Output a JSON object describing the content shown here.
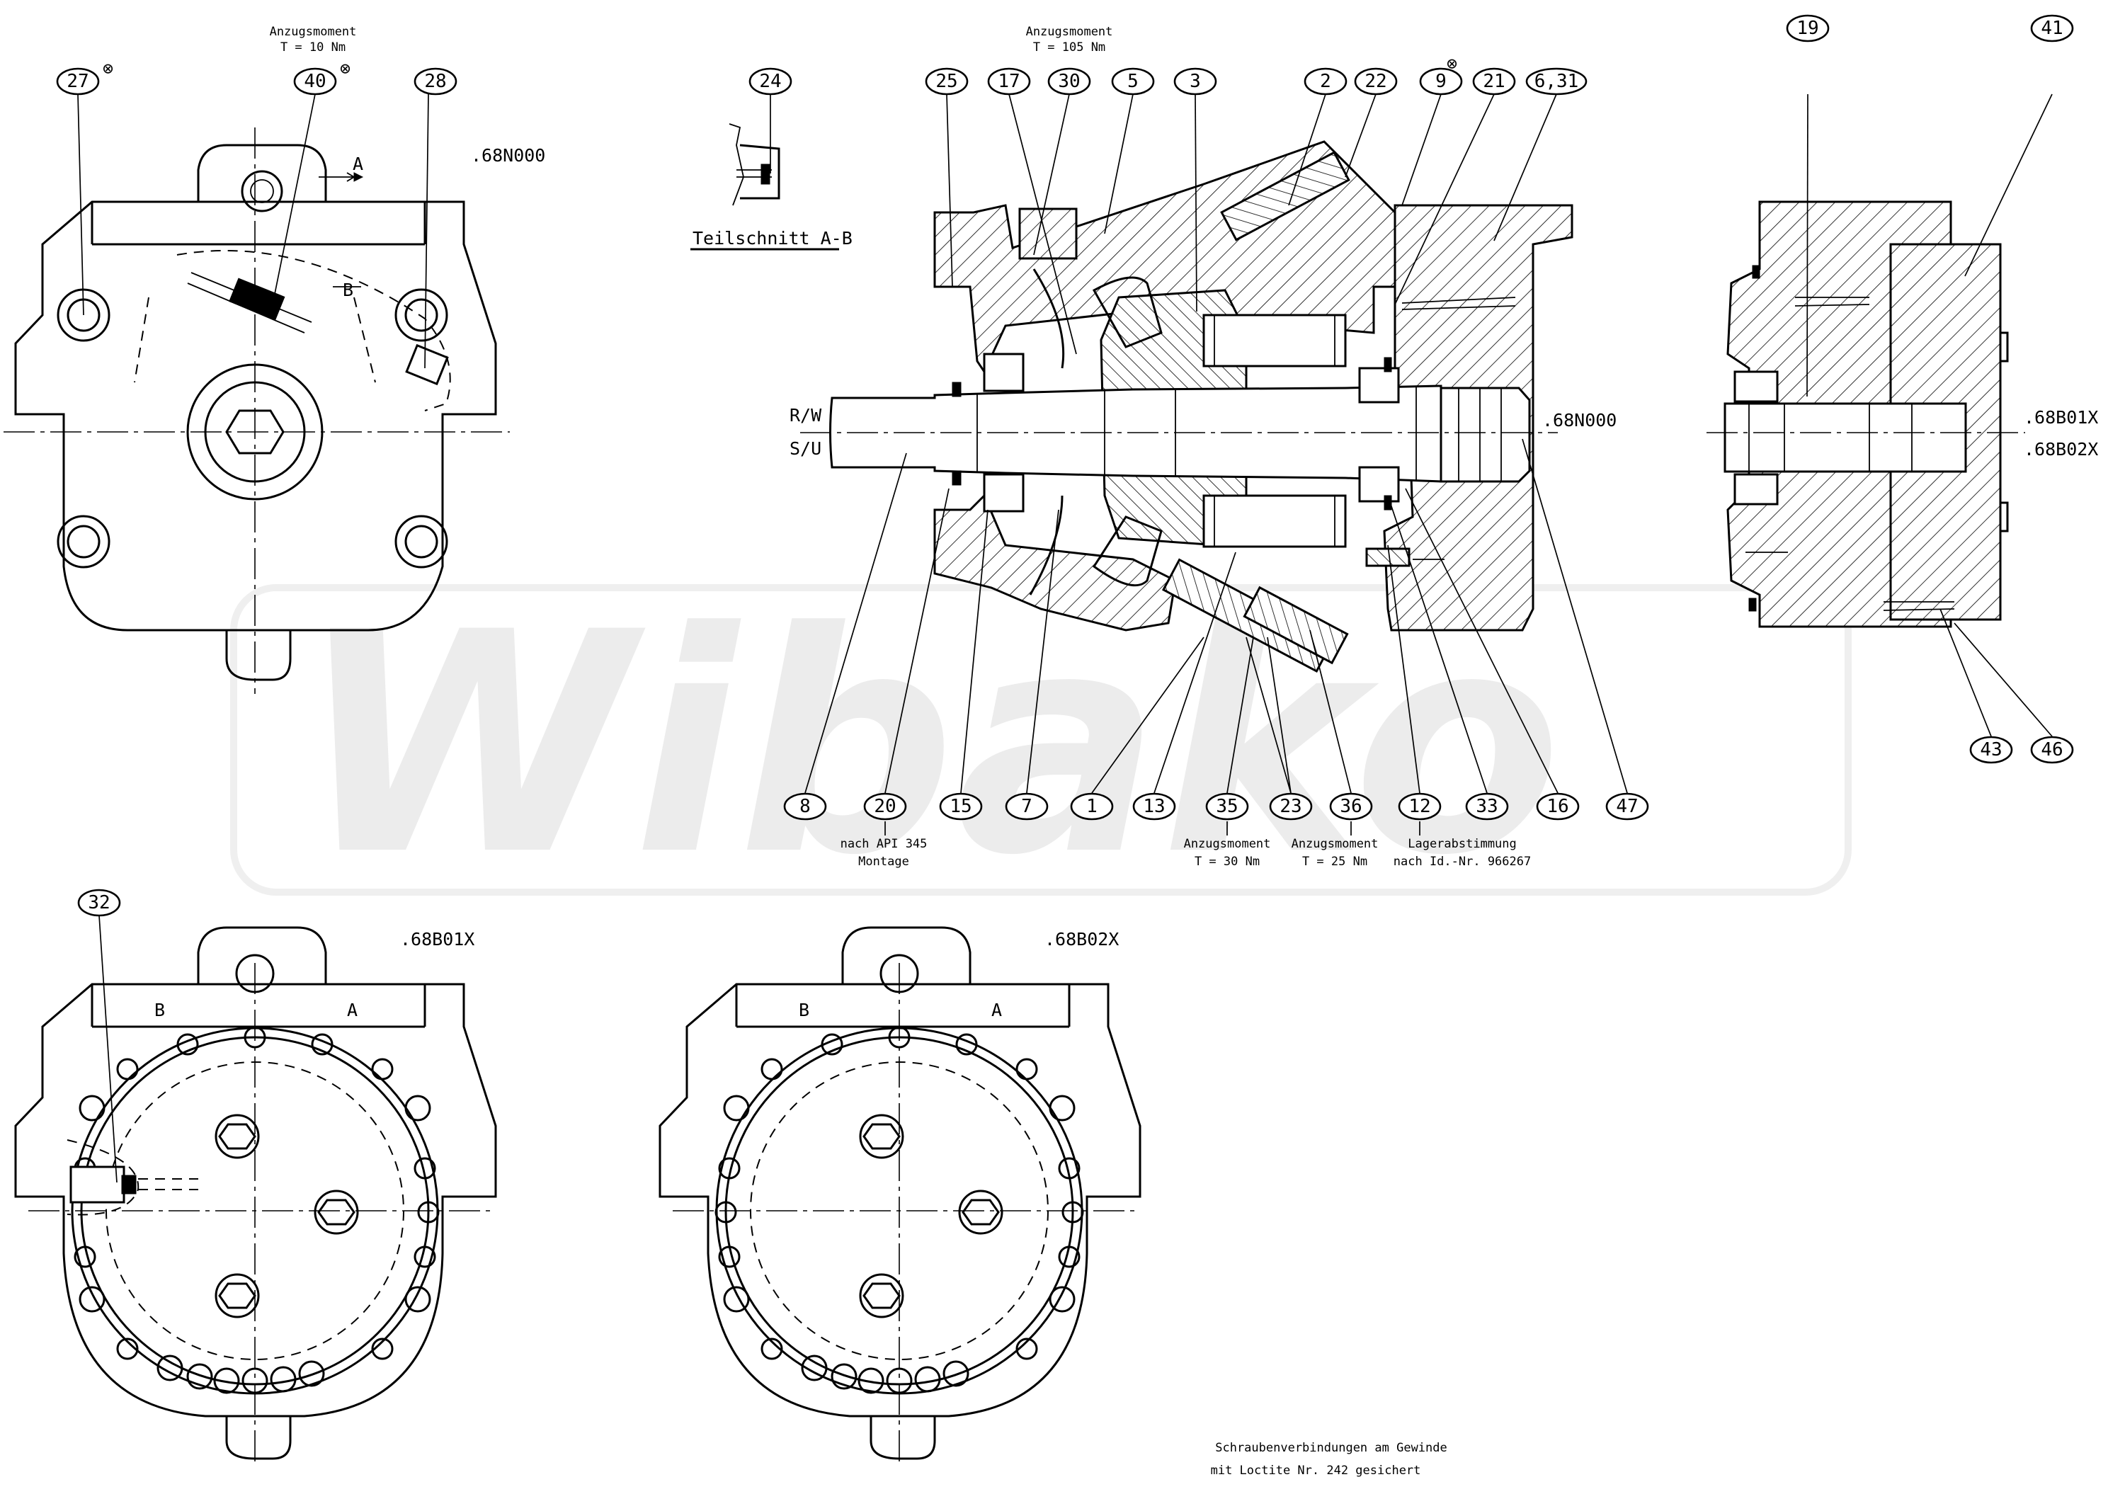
{
  "watermark": "Wibako",
  "variant_labels": {
    "front_top": ".68N000",
    "shaft_end": ".68N000",
    "right_b01": ".68B01X",
    "right_b02": ".68B02X",
    "bottom_left": ".68B01X",
    "bottom_mid": ".68B02X"
  },
  "section_title": "Teilschnitt A-B",
  "section_markers": {
    "a": "A",
    "b": "B"
  },
  "rotation_labels": {
    "rw": "R/W",
    "su": "S/U"
  },
  "port_labels": {
    "b": "B",
    "a": "A"
  },
  "part_numbers": {
    "p27": "27",
    "p40": "40",
    "p28": "28",
    "p24": "24",
    "p25": "25",
    "p17": "17",
    "p30": "30",
    "p5": "5",
    "p3": "3",
    "p2": "2",
    "p22": "22",
    "p9": "9",
    "p21": "21",
    "p631": "6,31",
    "p19": "19",
    "p41": "41",
    "p8": "8",
    "p20": "20",
    "p15": "15",
    "p7": "7",
    "p1": "1",
    "p13": "13",
    "p35": "35",
    "p23": "23",
    "p36": "36",
    "p12": "12",
    "p33": "33",
    "p16": "16",
    "p47": "47",
    "p43": "43",
    "p46": "46",
    "p32": "32"
  },
  "notes": {
    "torque40_l1": "Anzugsmoment",
    "torque40_l2": "T = 10 Nm",
    "torque30_l1": "Anzugsmoment",
    "torque30_l2": "T = 105 Nm",
    "api_l1": "nach API 345",
    "api_l2": "Montage",
    "torque35_l1": "Anzugsmoment",
    "torque35_l2": "T = 30 Nm",
    "torque36_l1": "Anzugsmoment",
    "torque36_l2": "T = 25 Nm",
    "bearing_l1": "Lagerabstimmung",
    "bearing_l2": "nach Id.-Nr. 966267",
    "footer_l1": "Schraubenverbindungen am Gewinde",
    "footer_l2": "mit Loctite Nr. 242 gesichert"
  },
  "symbols": {
    "sealant_mark": "⊗"
  },
  "icons": [
    "sealant-cross-icon"
  ]
}
